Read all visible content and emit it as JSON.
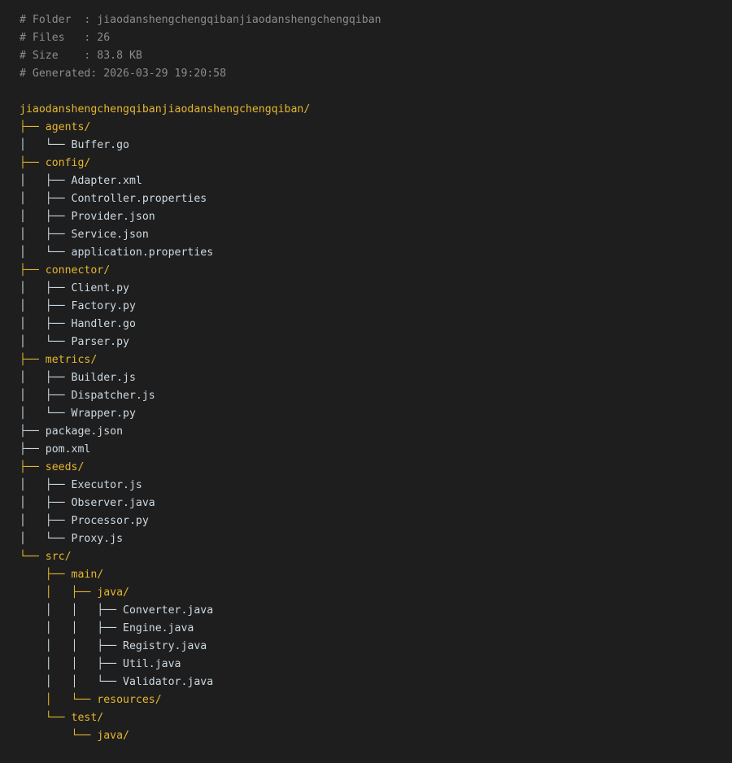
{
  "header": {
    "folder_line": "# Folder  : jiaodanshengchengqibanjiaodanshengchengqiban",
    "files_line": "# Files   : 26",
    "size_line": "# Size    : 83.8 KB",
    "generated_line": "# Generated: 2026-03-29 19:20:58"
  },
  "colors": {
    "background": "#1e1e1e",
    "comment": "#8c8c8c",
    "directory": "#e5b62e",
    "file": "#cdd9e2"
  },
  "tree": [
    {
      "text": "jiaodanshengchengqibanjiaodanshengchengqiban/",
      "type": "dir"
    },
    {
      "text": "├── agents/",
      "type": "dir"
    },
    {
      "text": "│   └── Buffer.go",
      "type": "file"
    },
    {
      "text": "├── config/",
      "type": "dir"
    },
    {
      "text": "│   ├── Adapter.xml",
      "type": "file"
    },
    {
      "text": "│   ├── Controller.properties",
      "type": "file"
    },
    {
      "text": "│   ├── Provider.json",
      "type": "file"
    },
    {
      "text": "│   ├── Service.json",
      "type": "file"
    },
    {
      "text": "│   └── application.properties",
      "type": "file"
    },
    {
      "text": "├── connector/",
      "type": "dir"
    },
    {
      "text": "│   ├── Client.py",
      "type": "file"
    },
    {
      "text": "│   ├── Factory.py",
      "type": "file"
    },
    {
      "text": "│   ├── Handler.go",
      "type": "file"
    },
    {
      "text": "│   └── Parser.py",
      "type": "file"
    },
    {
      "text": "├── metrics/",
      "type": "dir"
    },
    {
      "text": "│   ├── Builder.js",
      "type": "file"
    },
    {
      "text": "│   ├── Dispatcher.js",
      "type": "file"
    },
    {
      "text": "│   └── Wrapper.py",
      "type": "file"
    },
    {
      "text": "├── package.json",
      "type": "file"
    },
    {
      "text": "├── pom.xml",
      "type": "file"
    },
    {
      "text": "├── seeds/",
      "type": "dir"
    },
    {
      "text": "│   ├── Executor.js",
      "type": "file"
    },
    {
      "text": "│   ├── Observer.java",
      "type": "file"
    },
    {
      "text": "│   ├── Processor.py",
      "type": "file"
    },
    {
      "text": "│   └── Proxy.js",
      "type": "file"
    },
    {
      "text": "└── src/",
      "type": "dir"
    },
    {
      "text": "    ├── main/",
      "type": "dir"
    },
    {
      "text": "    │   ├── java/",
      "type": "dir"
    },
    {
      "text": "    │   │   ├── Converter.java",
      "type": "file"
    },
    {
      "text": "    │   │   ├── Engine.java",
      "type": "file"
    },
    {
      "text": "    │   │   ├── Registry.java",
      "type": "file"
    },
    {
      "text": "    │   │   ├── Util.java",
      "type": "file"
    },
    {
      "text": "    │   │   └── Validator.java",
      "type": "file"
    },
    {
      "text": "    │   └── resources/",
      "type": "dir"
    },
    {
      "text": "    └── test/",
      "type": "dir"
    },
    {
      "text": "        └── java/",
      "type": "dir"
    }
  ]
}
